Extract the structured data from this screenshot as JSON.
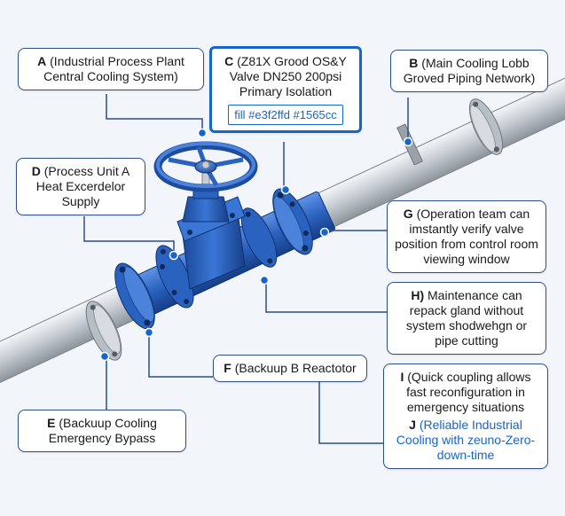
{
  "colors": {
    "background": "#f2f5f9",
    "pipe": "#c4c9cf",
    "valve_blue": "#2a62c0",
    "callout_border": "#2d4f8a",
    "highlight": "#1565cc"
  },
  "callouts": {
    "a": {
      "letter": "A",
      "text": "(Industrial Process Plant Central Cooling System)"
    },
    "b": {
      "letter": "B",
      "text": "(Main Cooling Lobb Groved Piping Network)"
    },
    "c": {
      "letter": "C",
      "text": "(Z81X Grood OS&Y Valve DN250 200psi Primary Isolation",
      "fill_label": "fill #e3f2ffd #1565cc"
    },
    "d": {
      "letter": "D",
      "text": "(Process Unit A Heat Excerdelor Supply"
    },
    "e": {
      "letter": "E",
      "text": "(Backuup Cooling Emergency Bypass"
    },
    "f": {
      "letter": "F",
      "text": "(Backuup B Reactotor"
    },
    "g": {
      "letter": "G",
      "text": "(Operation team can imstantly verify valve position from control room viewing window"
    },
    "h": {
      "letter": "H)",
      "text": "Maintenance can repack gland without system shodwehgn or pipe cutting"
    },
    "i": {
      "letter": "I",
      "text": "(Quick coupling allows fast reconfiguration in emergency situations"
    },
    "j": {
      "letter": "J",
      "text": "(Reliable Industrial Cooling with zeuno-Zero-down-time"
    }
  },
  "icons": [
    "handwheel-icon",
    "gate-valve-icon",
    "grooved-coupling-icon",
    "pipe-icon"
  ]
}
